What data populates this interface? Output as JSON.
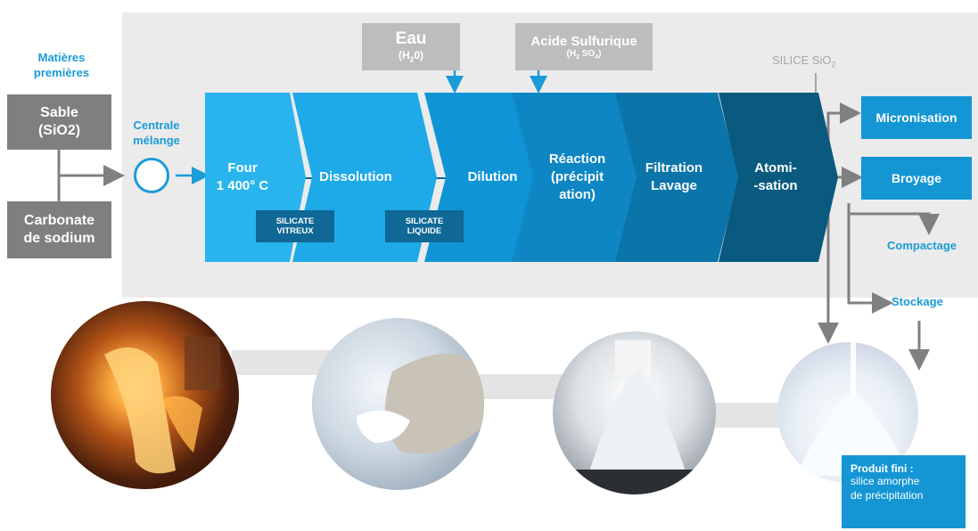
{
  "raw_materials": {
    "title": "Matières\npremières",
    "sand": "Sable\n(SiO2)",
    "carbonate": "Carbonate\nde sodium"
  },
  "mixer_label": "Centrale\nmélange",
  "inputs": {
    "water": {
      "name": "Eau",
      "formula": "(H20)"
    },
    "acid": {
      "name": "Acide Sulfurique",
      "formula": "(H2 SO4)"
    }
  },
  "silica_label": "SILICE SiO2",
  "stages": [
    {
      "label": "Four\n1 400° C",
      "color": "#29b4ee"
    },
    {
      "label": "Dissolution",
      "color": "#1ea9e8"
    },
    {
      "label": "Dilution",
      "color": "#0f95d6"
    },
    {
      "label": "Réaction\n(précipit\nation)",
      "color": "#0e86c3"
    },
    {
      "label": "Filtration\nLavage",
      "color": "#0b74a9"
    },
    {
      "label": "Atomi-\n-sation",
      "color": "#0a5a80"
    }
  ],
  "intermediates": {
    "vitreous": "SILICATE\nVITREUX",
    "liquid": "SILICATE\nLIQUIDE"
  },
  "outputs": {
    "micronisation": "Micronisation",
    "broyage": "Broyage",
    "compactage": "Compactage",
    "stockage": "Stockage"
  },
  "final_product": {
    "title": "Produit fini :",
    "description": "silice amorphe\nde précipitation"
  },
  "colors": {
    "panel": "#ebebeb",
    "accent_blue": "#1b9bd7",
    "grey_box": "#7f7f7f",
    "light_grey_box": "#bdbdbd",
    "arrow": "#808080",
    "dark_tag": "#0f6896"
  }
}
